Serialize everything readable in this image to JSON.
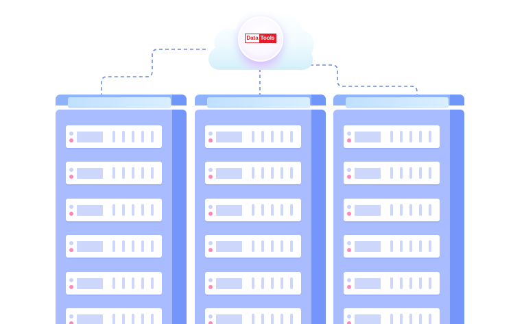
{
  "brand": {
    "word1": "Data",
    "word2": "Tools"
  },
  "icons": {
    "cloud": "cloud-icon",
    "server_rack": "server-rack-icon",
    "status_light": "status-light-icon",
    "drive_bay": "drive-bay-icon"
  },
  "colors": {
    "cloud_light": "#f2fbff",
    "cloud_shade": "#d6f0fb",
    "rack_body": "#a9bcff",
    "rack_side": "#7496fb",
    "rack_cap": "#8fb3fb",
    "link_line": "#6d8bd6",
    "status_blue": "#c9d2fb",
    "status_pink": "#ff86b8",
    "logo_red": "#e11f2c"
  },
  "racks": [
    {
      "id": "rack-1",
      "units": 6
    },
    {
      "id": "rack-2",
      "units": 6
    },
    {
      "id": "rack-3",
      "units": 6
    }
  ]
}
